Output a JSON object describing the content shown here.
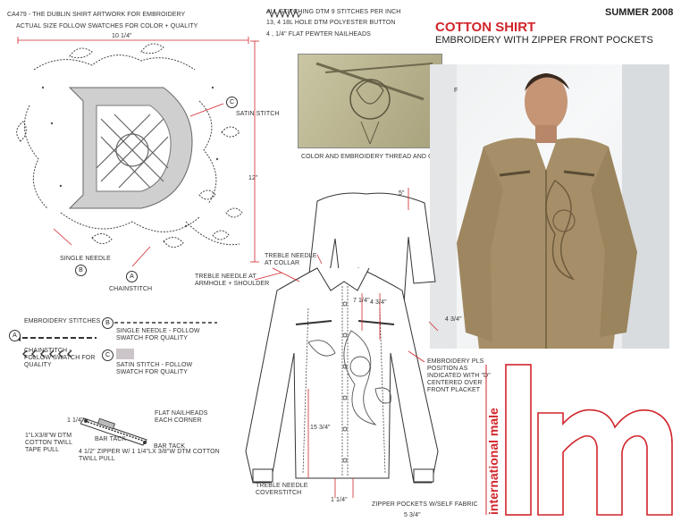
{
  "header": {
    "title": "COTTON SHIRT",
    "subtitle": "EMBROIDERY WITH ZIPPER FRONT POCKETS",
    "season": "SUMMER 2008"
  },
  "artwork": {
    "line1": "CA479 - THE DUBLIN SHIRT ARTWORK FOR EMBROIDERY",
    "line2": "ACTUAL SIZE  FOLLOW SWATCHES FOR COLOR + QUALITY",
    "width_dim": "10 1/4\"",
    "height_dim": "12\"",
    "satin_label": "SATIN STITCH",
    "single_needle_label": "SINGLE NEEDLE",
    "chainstitch_label": "CHAINSTITCH"
  },
  "stitching": {
    "line1": "ALL STITCHING DTM 9 STITCHES PER INCH",
    "line2": "13, 4  18L HOLE DTM POLYESTER BUTTON",
    "line3": "4 , 1/4\" FLAT PEWTER NAILHEADS"
  },
  "swatch_caption": "COLOR AND EMBROIDERY THREAD AND QUALITY",
  "photo_letter": "F",
  "legend": {
    "title": "EMBROIDERY STITCHES",
    "a_text": "CHAINSTITCH - FOLLOW SWATCH FOR QUALITY",
    "b_text": "SINGLE NEEDLE - FOLLOW SWATCH FOR QUALITY",
    "c_text": "SATIN STITCH - FOLLOW SWATCH FOR QUALITY"
  },
  "badges": {
    "a": "A",
    "b": "B",
    "c": "C"
  },
  "callouts": {
    "treble_collar": "TREBLE NEEDLE AT COLLAR",
    "treble_armhole": "TREBLE NEEDLE AT ARMHOLE + SHOULDER",
    "embroidery_pos": "EMBROIDERY PLS POSITION AS INDICATED WITH \"D\" CENTERED OVER FRONT PLACKET",
    "treble_cover": "TREBLE NEEDLE COVERSTITCH",
    "zipper_pockets": "ZIPPER POCKETS  W/SELF FABRIC",
    "flat_nailheads": "FLAT NAILHEADS EACH CORNER",
    "tape_pull": "1\"LX3/8\"W DTM COTTON TWILL TAPE PULL",
    "bar_tack_1": "BAR TACK",
    "bar_tack_2": "BAR TACK",
    "zipper_spec": "4 1/2\" ZIPPER W/ 1 1/4\"LX 3/8\"W DTM COTTON TWILL PULL"
  },
  "dims": {
    "d5": "5\"",
    "d7_14": "7 1/4\"",
    "d4_34": "4 3/4\"",
    "d4_34_b": "4 3/4\"",
    "d15_34": "15 3/4\"",
    "d1_14": "1 1/4\"",
    "d1_14_b": "1 1/4\"",
    "d5_34": "5 3/4\""
  },
  "logo": {
    "tagline": "international male"
  },
  "colors": {
    "accent": "#d1252b",
    "ink": "#333333"
  }
}
